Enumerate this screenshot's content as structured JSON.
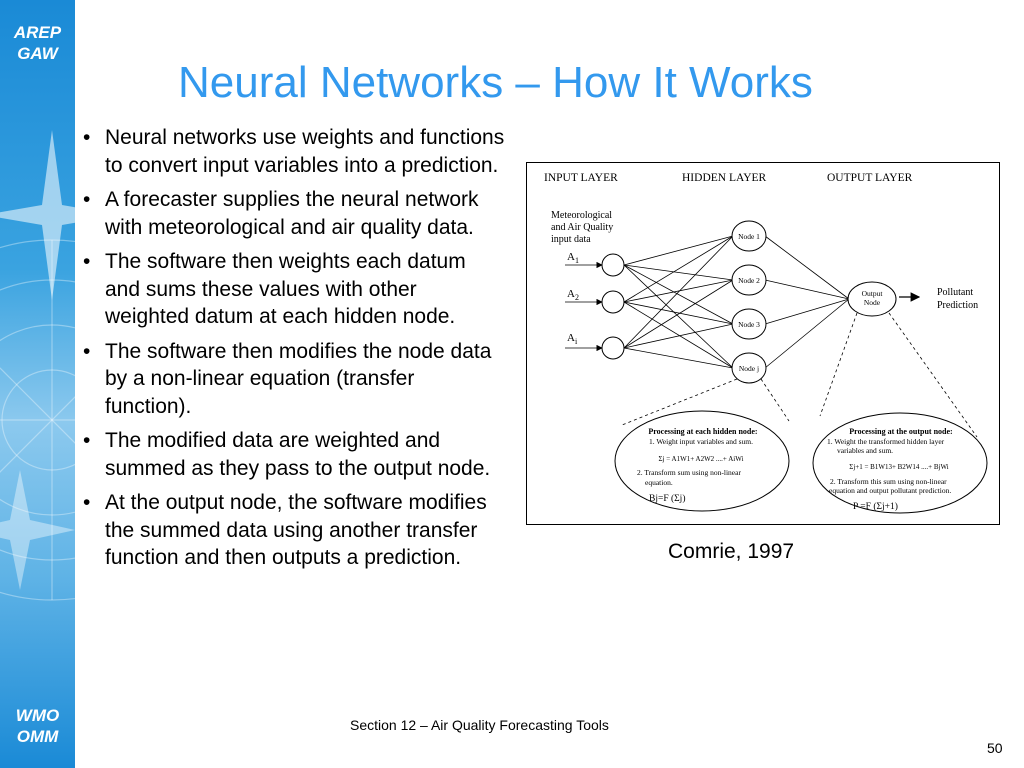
{
  "sidebar": {
    "brand_top_line1": "AREP",
    "brand_top_line2": "GAW",
    "brand_bottom_line1": "WMO",
    "brand_bottom_line2": "OMM"
  },
  "title": "Neural Networks – How It Works",
  "bullets": [
    "Neural networks use weights and functions to convert input variables into a prediction.",
    "A forecaster supplies the neural network with meteorological and air quality data.",
    "The software then weights each datum and sums these values with other weighted datum at each hidden node.",
    "The software then modifies the node data by a non-linear equation (transfer function).",
    "The modified data are weighted and summed as they pass to the output node.",
    "At the output node, the software modifies the summed data using another transfer function and then outputs a prediction."
  ],
  "diagram": {
    "headers": {
      "input": "INPUT LAYER",
      "hidden": "HIDDEN LAYER",
      "output": "OUTPUT LAYER"
    },
    "input_desc": [
      "Meteorological",
      "and Air Quality",
      "input data"
    ],
    "inputs": [
      {
        "base": "A",
        "sub": "1"
      },
      {
        "base": "A",
        "sub": "2"
      },
      {
        "base": "A",
        "sub": "i"
      }
    ],
    "hidden_nodes": [
      "Node 1",
      "Node 2",
      "Node 3",
      "Node j"
    ],
    "output_node": [
      "Output",
      "Node"
    ],
    "prediction": [
      "Pollutant",
      "Prediction"
    ],
    "hidden_processing": {
      "title": "Processing at each hidden node:",
      "step1": "1. Weight input variables and sum.",
      "formula": "Σj = A1W1+ A2W2 ....+ AiWi",
      "step2_line1": "2. Transform sum using non-linear",
      "step2_line2": "equation.",
      "result": "Bj=F (Σj)"
    },
    "output_processing": {
      "title": "Processing at the output node:",
      "step1_line1": "1. Weight the transformed hidden layer",
      "step1_line2": "variables and sum.",
      "formula": "Σj+1 = B1W13+ B2W14 ....+ BjWi",
      "step2_line1": "2. Transform this sum using non-linear",
      "step2_line2": "equation and output pollutant prediction.",
      "result": "P =F (Σj+1)"
    }
  },
  "caption": "Comrie, 1997",
  "footer": "Section 12 – Air Quality Forecasting Tools",
  "page_number": "50"
}
